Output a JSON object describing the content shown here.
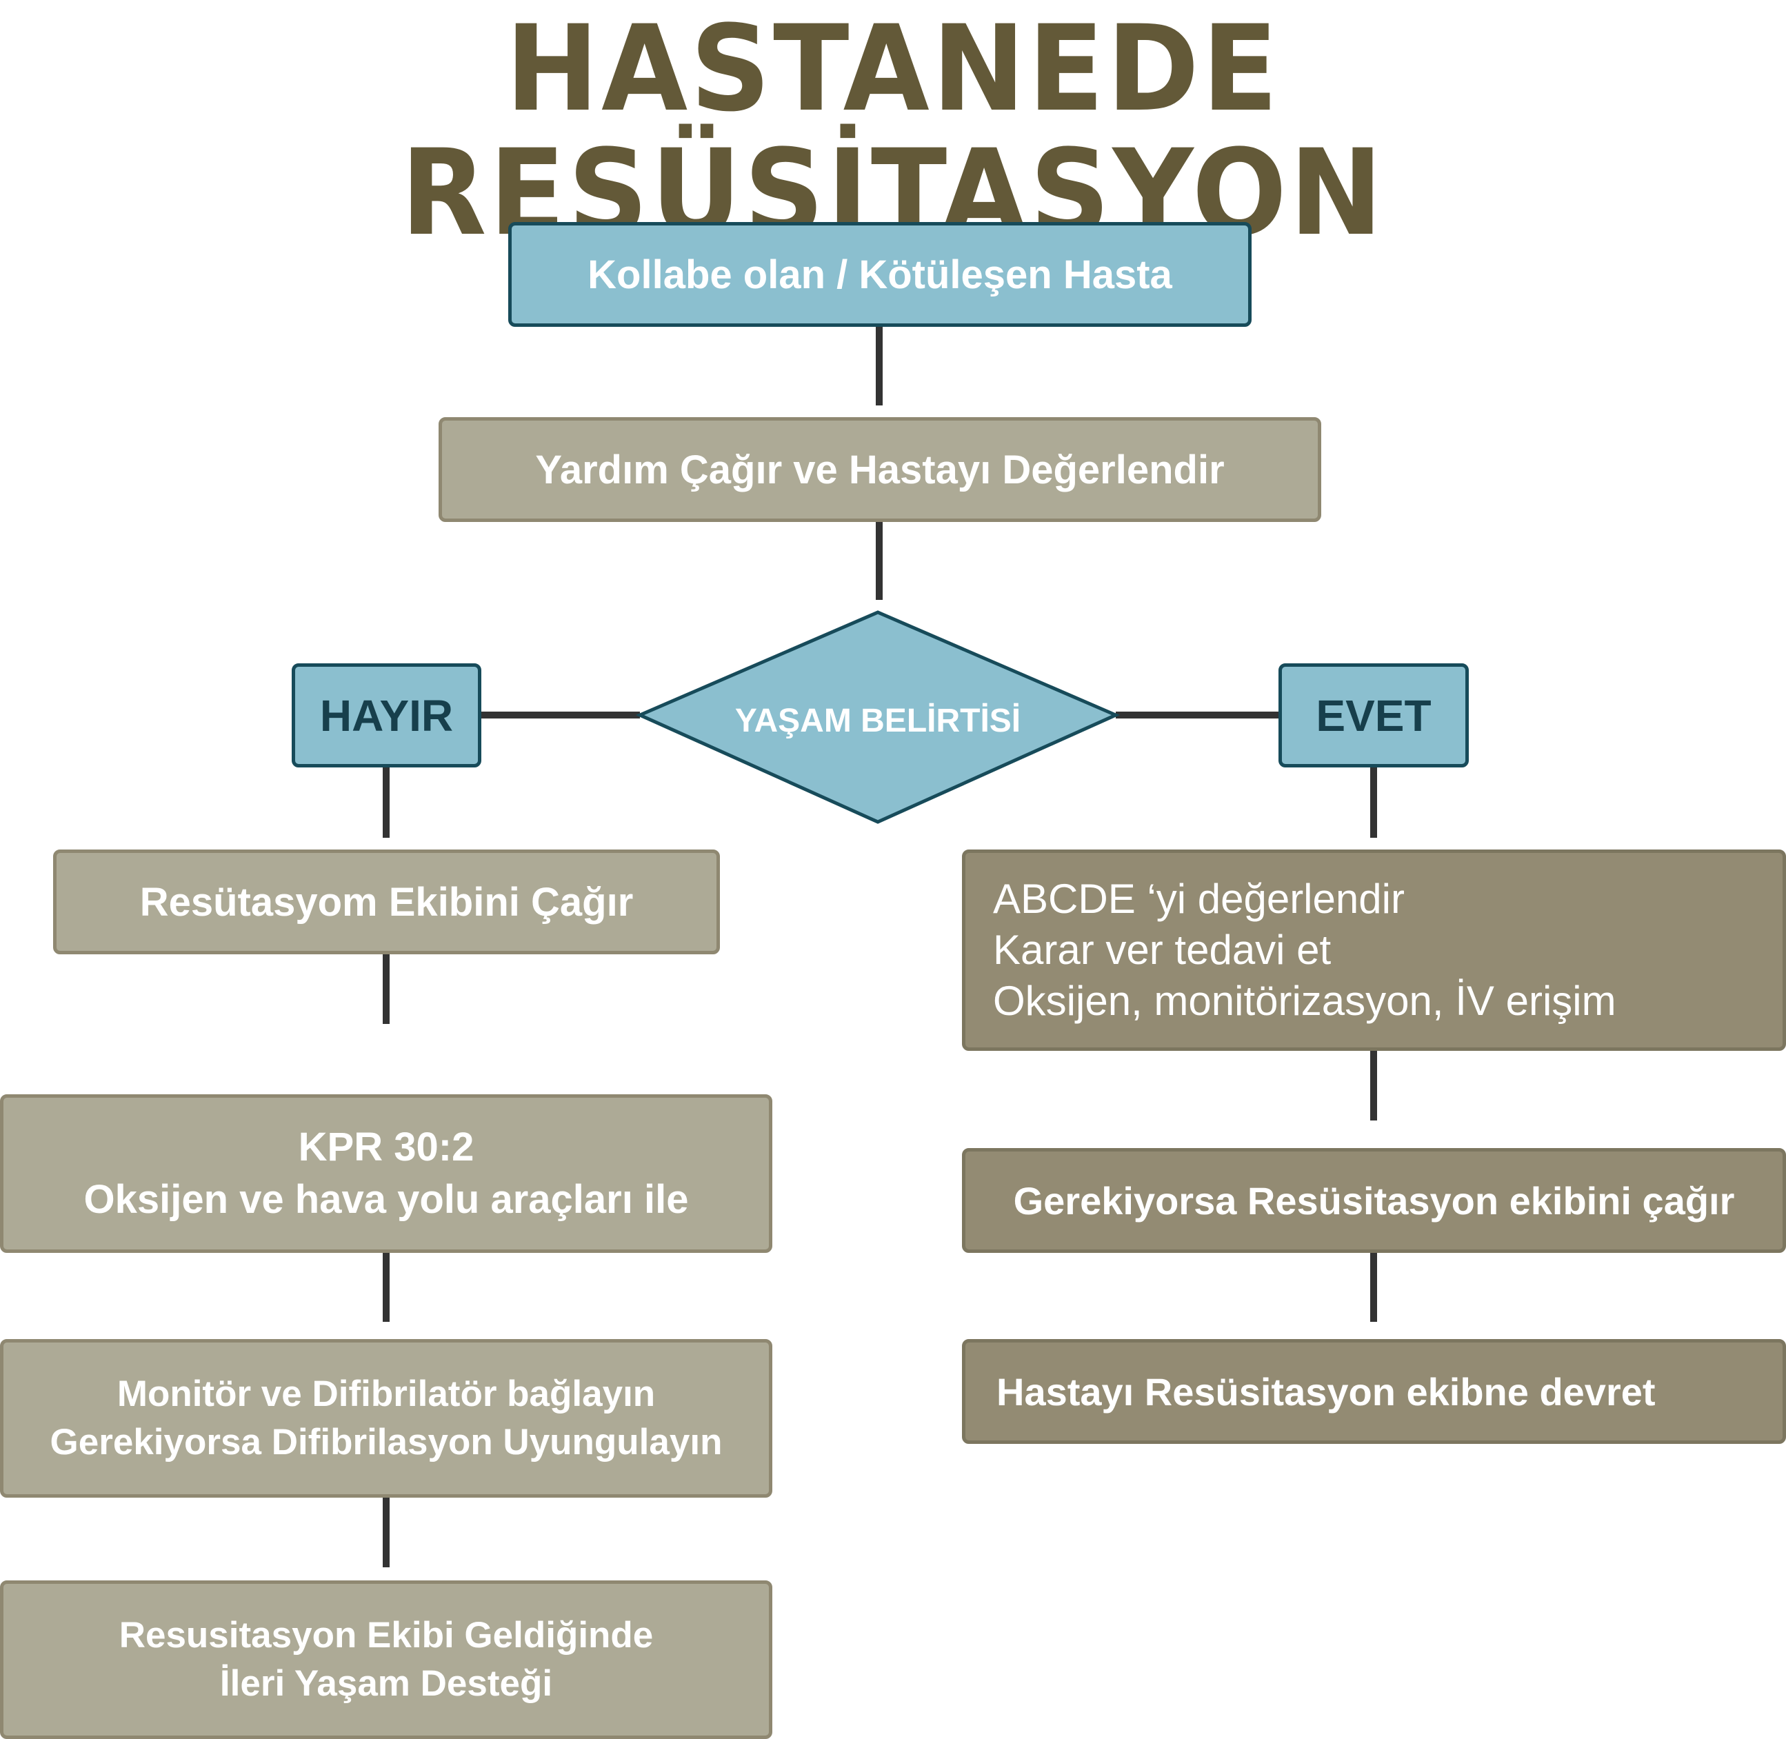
{
  "title": "HASTANEDE RESÜSİTASYON",
  "colors": {
    "title": "#635938",
    "blue_box_fill": "#8bbfcf",
    "blue_box_border": "#174b5a",
    "light_box_fill": "#adaa96",
    "dark_box_fill": "#938b73",
    "connector": "#333333"
  },
  "nodes": {
    "start": "Kollabe olan / Kötüleşen Hasta",
    "call_help": "Yardım Çağır ve Hastayı Değerlendir",
    "decision": "YAŞAM BELİRTİSİ",
    "no_label": "HAYIR",
    "yes_label": "EVET",
    "no_branch": {
      "call_team": "Resütasyom Ekibini Çağır",
      "cpr_line1": "KPR 30:2",
      "cpr_line2": "Oksijen ve hava yolu araçları ile",
      "monitor_line1": "Monitör ve Difibrilatör bağlayın",
      "monitor_line2": "Gerekiyorsa Difibrilasyon Uyungulayın",
      "als_line1": "Resusitasyon Ekibi Geldiğinde",
      "als_line2": "İleri Yaşam Desteği"
    },
    "yes_branch": {
      "assess_line1": "ABCDE ‘yi değerlendir",
      "assess_line2": "Karar ver tedavi et",
      "assess_line3": "Oksijen, monitörizasyon, İV erişim",
      "call_if_needed": "Gerekiyorsa Resüsitasyon ekibini çağır",
      "handover": "Hastayı Resüsitasyon ekibne devret"
    }
  }
}
